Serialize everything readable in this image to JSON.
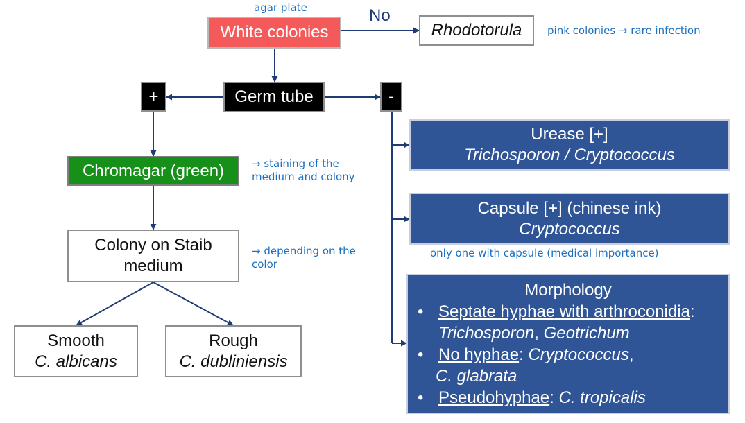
{
  "nodes": {
    "white_colonies": "White colonies",
    "rhodotorula": "Rhodotorula",
    "germ_tube": "Germ tube",
    "plus": "+",
    "minus": "-",
    "chromagar": "Chromagar (green)",
    "staib_line1": "Colony on Staib",
    "staib_line2": "medium",
    "smooth_line1": "Smooth",
    "smooth_line2": "C. albicans",
    "rough_line1": "Rough",
    "rough_line2": "C. dubliniensis",
    "urease_line1": "Urease [+]",
    "urease_line2": "Trichosporon / Cryptococcus",
    "capsule_line1": "Capsule [+] (chinese ink)",
    "capsule_line2": "Cryptococcus",
    "morphology": {
      "title": "Morphology",
      "bullet": "•",
      "item1_label": "Septate hyphae with arthroconidia",
      "item1_sep": ":",
      "item1_a": "Trichosporon",
      "item1_comma": ", ",
      "item1_b": "Geotrichum",
      "item2_label": "No hyphae",
      "item2_sep": ": ",
      "item2_a": "Cryptococcus",
      "item2_comma": ",",
      "item2_b": "C. glabrata",
      "item3_label": "Pseudohyphae",
      "item3_sep": ": ",
      "item3_a": "C. tropicalis"
    }
  },
  "edge_labels": {
    "no": "No"
  },
  "notes": {
    "agar_plate": "agar plate",
    "pink_colonies": "pink colonies → rare infection",
    "staining_line1": "→ staining of the",
    "staining_line2": "medium and colony",
    "depending_line1": "→ depending on the",
    "depending_line2": "color",
    "capsule_note": "only one with capsule (medical importance)"
  },
  "colors": {
    "arrow": "#1f3b73",
    "note": "#1b70c0",
    "red_box": "#f45a5a",
    "green_box": "#17901a",
    "navy_box": "#2f5597"
  }
}
